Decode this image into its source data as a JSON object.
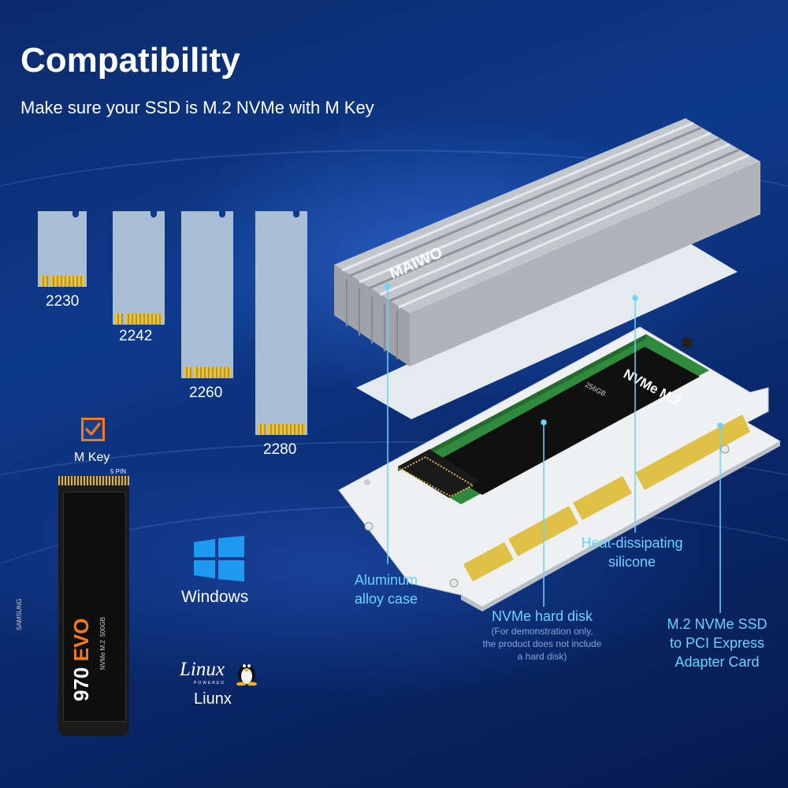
{
  "header": {
    "title": "Compatibility",
    "subtitle": "Make sure your SSD is M.2 NVMe with M Key"
  },
  "sizes": [
    {
      "label": "2230"
    },
    {
      "label": "2242"
    },
    {
      "label": "2260"
    },
    {
      "label": "2280"
    }
  ],
  "key": {
    "label": "M Key",
    "pin_label": "5 PIN"
  },
  "sample_ssd": {
    "brand": "SAMSUNG",
    "model_prefix": "970",
    "model_suffix": "EVO",
    "type": "NVMe M.2",
    "capacity": "500GB"
  },
  "os": {
    "windows_label": "Windows",
    "linux_logo_text": "Linux",
    "linux_powered_text": "POWERED",
    "linux_label": "Liunx"
  },
  "product": {
    "heatsink_logo": "MAIWO",
    "drive_label": "NVMe M.2",
    "drive_capacity": "256GB"
  },
  "callouts": {
    "case": [
      "Aluminum",
      "alloy case"
    ],
    "silicone": [
      "Heat-dissipating",
      "silicone"
    ],
    "disk": "NVMe hard disk",
    "disk_note": [
      "(For demonstration only,",
      "the product does not include",
      "a hard disk)"
    ],
    "adapter": [
      "M.2 NVMe SSD",
      "to PCI Express",
      "Adapter Card"
    ]
  },
  "colors": {
    "accent": "#6ad3ff",
    "check": "#f07a20",
    "background": "#0e3a8c"
  },
  "icons": [
    "check-icon",
    "windows-icon",
    "tux-icon"
  ]
}
